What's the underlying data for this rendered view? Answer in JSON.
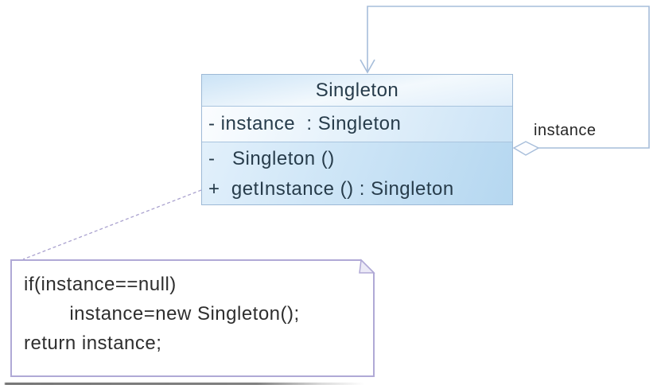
{
  "class_box": {
    "name": "Singleton",
    "attributes": [
      "- instance  : Singleton"
    ],
    "methods": [
      "-   Singleton ()",
      "+  getInstance () : Singleton"
    ]
  },
  "association": {
    "label": "instance",
    "end_marker_icon": "hollow-diamond-icon",
    "head_icon": "open-arrowhead-icon"
  },
  "note": {
    "lines": [
      "if(instance==null)",
      "        instance=new Singleton();",
      "return instance;"
    ]
  },
  "colors": {
    "association_line": "#a6bdda",
    "class_border": "#9db9d6",
    "class_fill_light": "#f3f9fd",
    "class_fill_blue": "#b5d7f0",
    "note_border": "#b0a9d6",
    "note_fold_fill": "#eceaf7",
    "dashed_anchor_line": "#aaa2cf",
    "class_text": "#273c4b",
    "note_text": "#2e2e2e"
  }
}
